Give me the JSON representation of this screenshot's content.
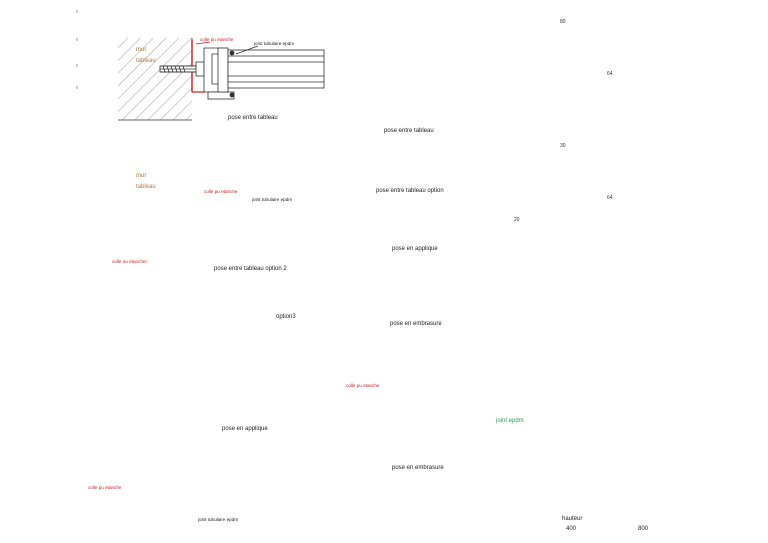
{
  "labels": {
    "mur1": "mur",
    "tableau1": "tableau",
    "colle1": "colle pu etanche",
    "joint1": "joint tubulaire epdm",
    "pose_entre_tableau": "pose entre tableau",
    "mur2": "mur",
    "tableau2": "tableau",
    "colle2": "colle pu etanche",
    "joint2": "joint tubulaire epdm",
    "colle_ou_etancher": "colle ou etancher",
    "pose_entre_tableau_option2": "pose entre tableau option 2",
    "option3": "option3",
    "pose_en_applique_main": "pose en applique",
    "colle3": "colle pu etanche",
    "joint3": "joint tubulaire epdm",
    "center_pose_entre_tableau": "pose entre tableau",
    "center_pose_entre_tableau_option": "pose entre tableau option",
    "center_pose_en_applique": "pose en applique",
    "center_pose_en_embrasure": "pose en embrasure",
    "colle4": "colle pu etanche",
    "pose_en_embrasure_large": "pose en embrasure",
    "dim_80": "80",
    "dim_64a": "64",
    "dim_30": "30",
    "dim_64b": "64",
    "dim_20": "20",
    "joint_epdm": "joint epdm",
    "hauteur": "hauteur",
    "h400": "400",
    "h800": "800"
  },
  "colors": {
    "line": "#333333",
    "hatch": "#8a8a8a",
    "red": "#d21a1a",
    "brown": "#b07a45",
    "green": "#2d9a56"
  }
}
